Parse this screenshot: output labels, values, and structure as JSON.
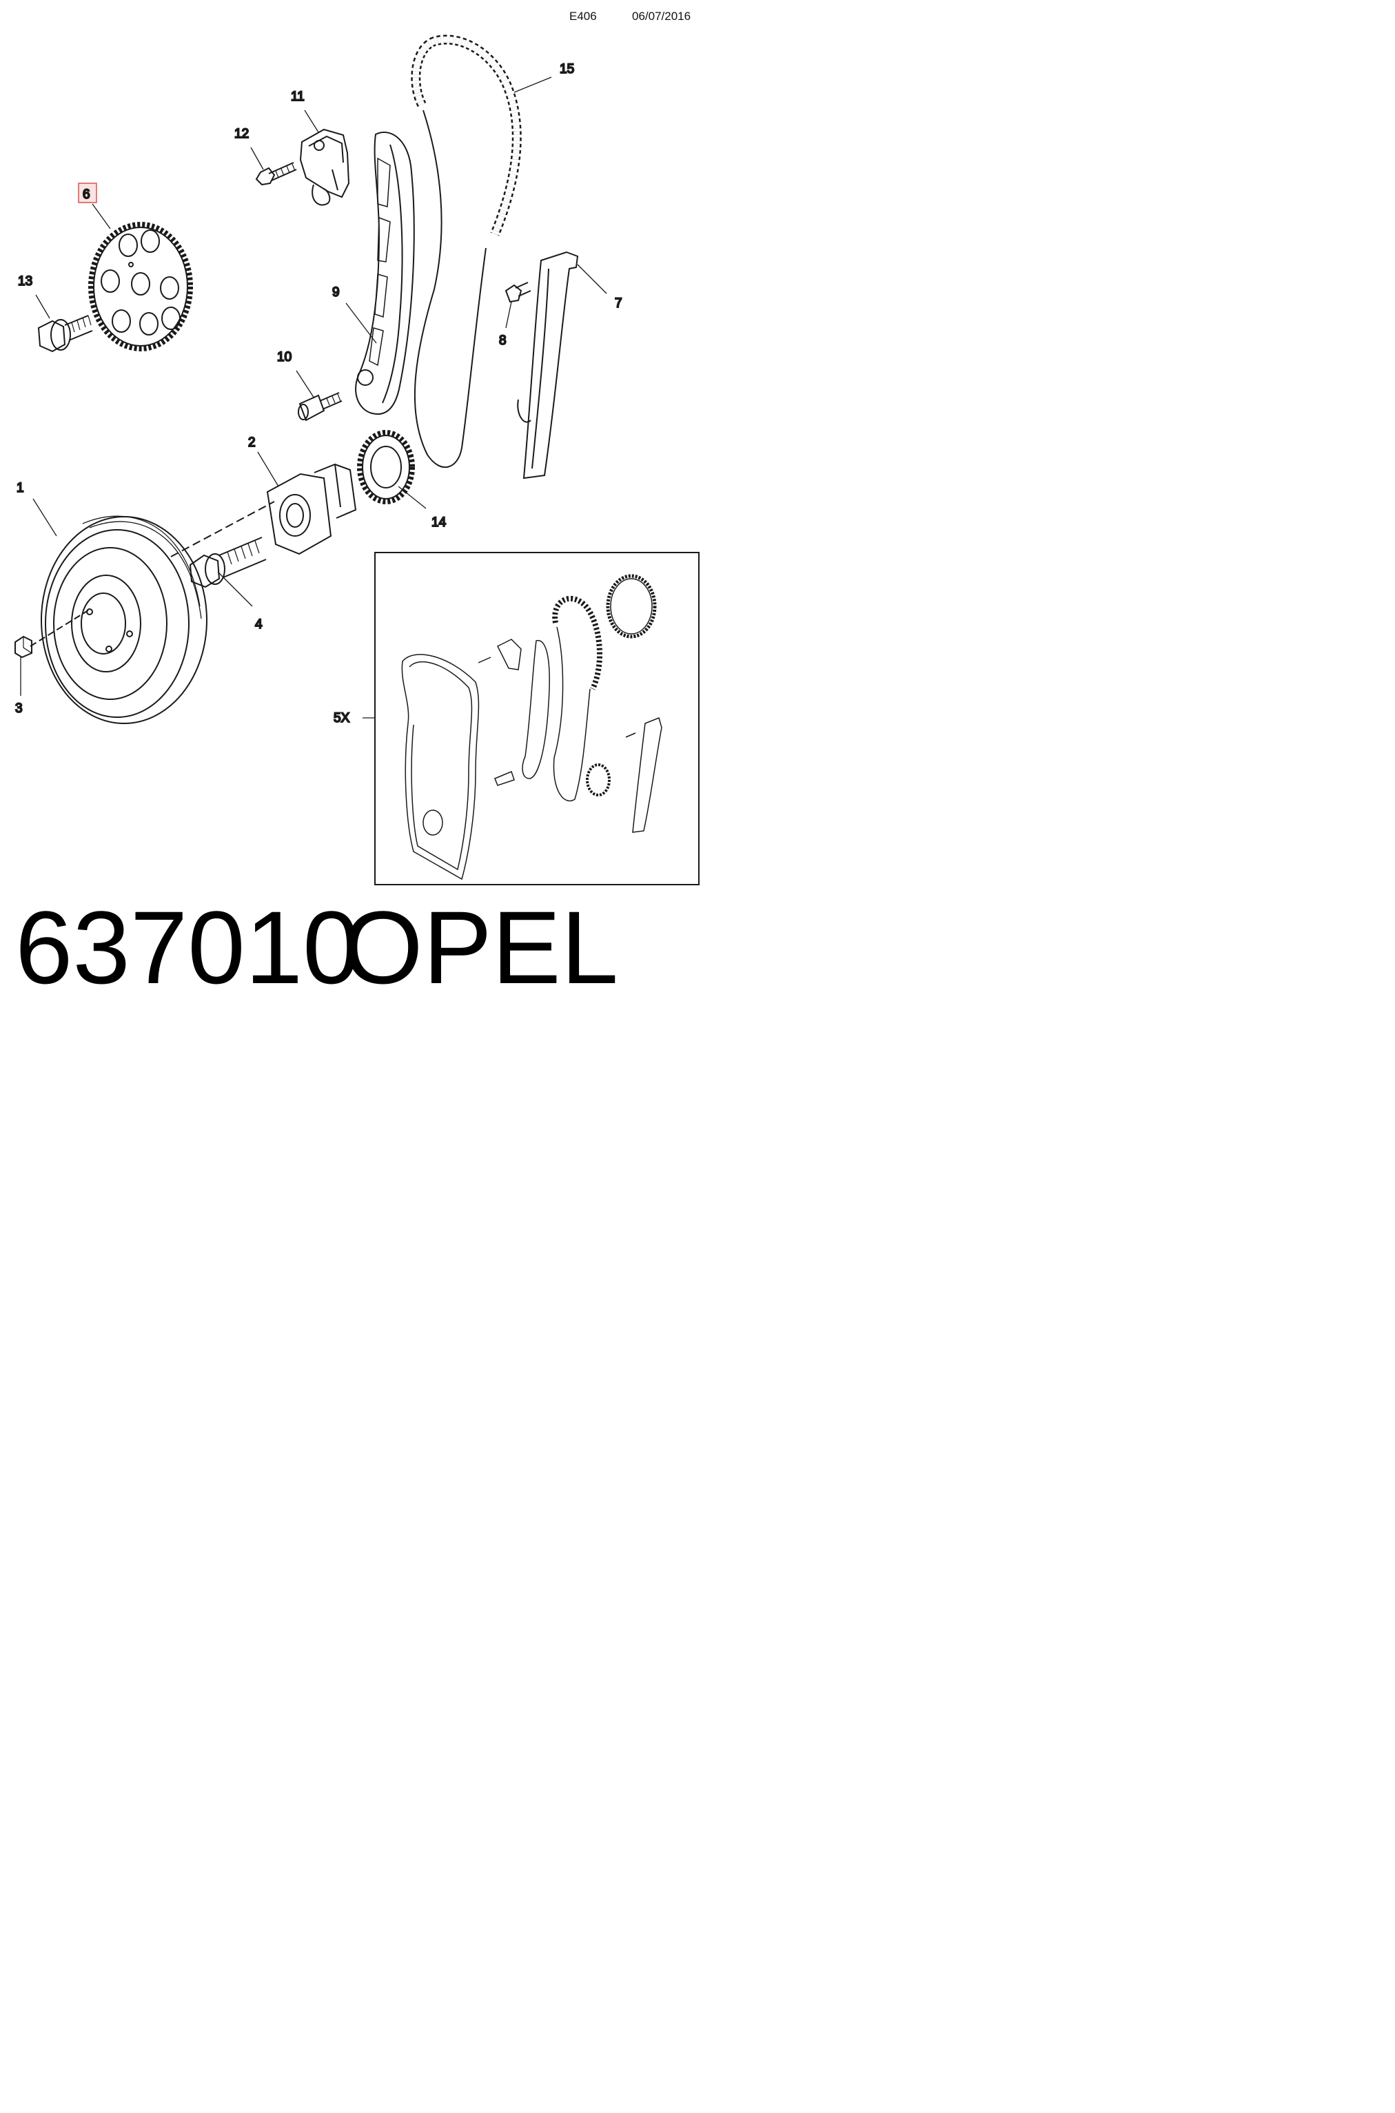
{
  "header": {
    "code": "E406",
    "date": "06/07/2016"
  },
  "callouts": {
    "c1": "1",
    "c2": "2",
    "c3": "3",
    "c4": "4",
    "c5x": "5X",
    "c6": "6",
    "c7": "7",
    "c8": "8",
    "c9": "9",
    "c10": "10",
    "c11": "11",
    "c12": "12",
    "c13": "13",
    "c14": "14",
    "c15": "15"
  },
  "highlighted_callout": "6",
  "highlight_color": "#d9534f",
  "footer": {
    "part_number": "637010",
    "brand": "OPEL"
  }
}
